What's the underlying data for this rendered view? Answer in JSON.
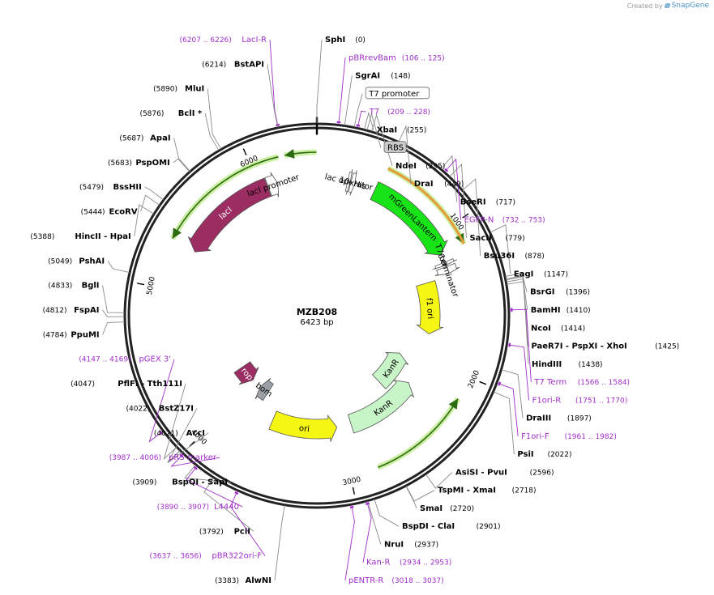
{
  "brand": {
    "created_by": "Created by",
    "app": "SnapGene"
  },
  "plasmid": {
    "name": "MZB208",
    "size": "6423 bp",
    "length": 6423
  },
  "ticks": [
    {
      "label": "1000",
      "bp": 1000
    },
    {
      "label": "2000",
      "bp": 2000
    },
    {
      "label": "3000",
      "bp": 3000
    },
    {
      "label": "4000",
      "bp": 4000
    },
    {
      "label": "5000",
      "bp": 5000
    },
    {
      "label": "6000",
      "bp": 6000
    }
  ],
  "features": [
    {
      "label": "lacI",
      "color": "#9b2d62",
      "start": 5310,
      "end": 6050,
      "dir": -1,
      "ring": 2
    },
    {
      "label": "lacI promoter",
      "color": "#ffffff",
      "start": 6055,
      "end": 6130,
      "dir": 1,
      "ring": 2
    },
    {
      "label": "lac operator",
      "color": "#ffffff",
      "start": 230,
      "end": 250,
      "dir": 1,
      "ring": 2
    },
    {
      "label": "10xHis",
      "color": "#ffffff",
      "start": 255,
      "end": 285,
      "dir": 1,
      "ring": 2
    },
    {
      "label": "mGreenLantern",
      "color": "#17e317",
      "start": 440,
      "end": 1140,
      "dir": 1,
      "ring": 2
    },
    {
      "label": "6xHis",
      "color": "#ffffff",
      "start": 1200,
      "end": 1225,
      "dir": 1,
      "ring": 2
    },
    {
      "label": "T7 terminator",
      "color": "#ffffff",
      "start": 1235,
      "end": 1290,
      "dir": 1,
      "ring": 2
    },
    {
      "label": "f1 ori",
      "color": "#f6f614",
      "start": 1310,
      "end": 1770,
      "dir": 1,
      "ring": 3
    },
    {
      "label": "KanR",
      "color": "#c8f5c8",
      "start": 2040,
      "end": 2440,
      "dir": -1,
      "ring": 4
    },
    {
      "label": "KanR",
      "color": "#c8f5c8",
      "start": 2250,
      "end": 2900,
      "dir": -1,
      "ring": 3
    },
    {
      "label": "ori",
      "color": "#f6f614",
      "start": 3030,
      "end": 3620,
      "dir": -1,
      "ring": 3
    },
    {
      "label": "bom",
      "color": "#9aa0a6",
      "start": 3790,
      "end": 3900,
      "dir": 1,
      "ring": 4
    },
    {
      "label": "rop",
      "color": "#9b2d62",
      "start": 4010,
      "end": 4200,
      "dir": -1,
      "ring": 4
    }
  ],
  "orfs": [
    {
      "start": 5320,
      "end": 6180,
      "dir": -1,
      "ring": 1
    },
    {
      "start": 6220,
      "end": 6420,
      "dir": -1,
      "ring": 1
    },
    {
      "start": 460,
      "end": 1140,
      "dir": 1,
      "ring": 1
    },
    {
      "start": 2150,
      "end": 2820,
      "dir": -1,
      "ring": 1
    }
  ],
  "sites_right": [
    {
      "name": "SphI",
      "pos": "(0)",
      "bp": 0
    },
    {
      "name": "SgrAI",
      "pos": "(148)",
      "bp": 148
    },
    {
      "name": "XbaI",
      "pos": "(255)",
      "bp": 255
    },
    {
      "name": "NdeI",
      "pos": "(295)",
      "bp": 295
    },
    {
      "name": "DraI",
      "pos": "(449)",
      "bp": 449
    },
    {
      "name": "BseRI",
      "pos": "(717)",
      "bp": 717
    },
    {
      "name": "SacII",
      "pos": "(779)",
      "bp": 779
    },
    {
      "name": "Bsu36I",
      "pos": "(878)",
      "bp": 878
    },
    {
      "name": "EagI",
      "pos": "(1147)",
      "bp": 1147
    },
    {
      "name": "BsrGI",
      "pos": "(1396)",
      "bp": 1396
    },
    {
      "name": "BamHI",
      "pos": "(1410)",
      "bp": 1410
    },
    {
      "name": "NcoI",
      "pos": "(1414)",
      "bp": 1414
    },
    {
      "name": "PaeR7I - PspXI - XhoI",
      "pos": "(1425)",
      "bp": 1425
    },
    {
      "name": "HindIII",
      "pos": "(1438)",
      "bp": 1438
    },
    {
      "name": "DraIII",
      "pos": "(1897)",
      "bp": 1897
    },
    {
      "name": "PsiI",
      "pos": "(2022)",
      "bp": 2022
    },
    {
      "name": "AsiSI - PvuI",
      "pos": "(2596)",
      "bp": 2596
    },
    {
      "name": "TspMI - XmaI",
      "pos": "(2718)",
      "bp": 2718
    },
    {
      "name": "SmaI",
      "pos": "(2720)",
      "bp": 2720
    },
    {
      "name": "BspDI - ClaI",
      "pos": "(2901)",
      "bp": 2901
    },
    {
      "name": "NruI",
      "pos": "(2937)",
      "bp": 2937
    }
  ],
  "sites_left": [
    {
      "name": "BstAPI",
      "pos": "(6214)",
      "bp": 6214
    },
    {
      "name": "MluI",
      "pos": "(5890)",
      "bp": 5890
    },
    {
      "name": "BclI *",
      "pos": "(5876)",
      "bp": 5876
    },
    {
      "name": "ApaI",
      "pos": "(5687)",
      "bp": 5687
    },
    {
      "name": "PspOMI",
      "pos": "(5683)",
      "bp": 5683
    },
    {
      "name": "BssHII",
      "pos": "(5479)",
      "bp": 5479
    },
    {
      "name": "EcoRV",
      "pos": "(5444)",
      "bp": 5444
    },
    {
      "name": "HincII - HpaI",
      "pos": "(5388)",
      "bp": 5388
    },
    {
      "name": "PshAI",
      "pos": "(5049)",
      "bp": 5049
    },
    {
      "name": "BglI",
      "pos": "(4833)",
      "bp": 4833
    },
    {
      "name": "FspAI",
      "pos": "(4812)",
      "bp": 4812
    },
    {
      "name": "PpuMI",
      "pos": "(4784)",
      "bp": 4784
    },
    {
      "name": "PflFI - Tth111I",
      "pos": "(4047)",
      "bp": 4047
    },
    {
      "name": "BstZ17I",
      "pos": "(4022)",
      "bp": 4022
    },
    {
      "name": "AccI",
      "pos": "(4021)",
      "bp": 4021
    },
    {
      "name": "BspQI - SapI",
      "pos": "(3909)",
      "bp": 3909
    },
    {
      "name": "PciI",
      "pos": "(3792)",
      "bp": 3792
    },
    {
      "name": "AlwNI",
      "pos": "(3383)",
      "bp": 3383
    }
  ],
  "primers_right": [
    {
      "name": "pBRrevBam",
      "pos": "(106 .. 125)",
      "bp": 115
    },
    {
      "name": "T7",
      "pos": "(209 .. 228)",
      "bp": 218
    },
    {
      "name": "EGFP-N",
      "pos": "(732 .. 753)",
      "bp": 742
    },
    {
      "name": "T7 Term",
      "pos": "(1566 .. 1584)",
      "bp": 1575
    },
    {
      "name": "F1ori-R",
      "pos": "(1751 .. 1770)",
      "bp": 1760
    },
    {
      "name": "F1ori-F",
      "pos": "(1961 .. 1982)",
      "bp": 1971
    },
    {
      "name": "Kan-R",
      "pos": "(2934 .. 2953)",
      "bp": 2943
    },
    {
      "name": "pENTR-R",
      "pos": "(3018 .. 3037)",
      "bp": 3027
    }
  ],
  "primers_left": [
    {
      "name": "LacI-R",
      "pos": "(6207 .. 6226)",
      "bp": 6216
    },
    {
      "name": "pGEX 3'",
      "pos": "(4147 .. 4169)",
      "bp": 4158
    },
    {
      "name": "pRS-marker",
      "pos": "(3987 .. 4006)",
      "bp": 3996
    },
    {
      "name": "L4440",
      "pos": "(3890 .. 3907)",
      "bp": 3898
    },
    {
      "name": "pBR322ori-F",
      "pos": "(3637 .. 3656)",
      "bp": 3646
    }
  ],
  "boxed_features": [
    {
      "name": "T7 promoter",
      "bp": 200,
      "style": "white"
    },
    {
      "name": "RBS",
      "bp": 270,
      "style": "gray"
    }
  ]
}
